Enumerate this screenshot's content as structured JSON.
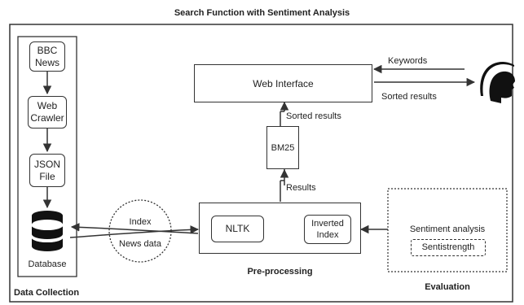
{
  "title": "Search Function with Sentiment Analysis",
  "data_collection": {
    "caption": "Data Collection",
    "bbc_news": "BBC\nNews",
    "web_crawler": "Web\nCrawler",
    "json_file": "JSON\nFile",
    "database": "Database"
  },
  "index_circle": {
    "index": "Index",
    "news_data": "News data"
  },
  "web_interface": "Web Interface",
  "keywords": "Keywords",
  "sorted_results_right": "Sorted results",
  "sorted_results_up": "Sorted results",
  "bm25": "BM25",
  "results": "Results",
  "preprocessing": {
    "caption": "Pre-processing",
    "nltk": "NLTK",
    "inverted_index": "Inverted\nIndex"
  },
  "evaluation": {
    "caption": "Evaluation",
    "sentiment_analysis": "Sentiment analysis",
    "sentistrength": "Sentistrength"
  },
  "colors": {
    "stroke": "#333333",
    "icon": "#111111"
  }
}
